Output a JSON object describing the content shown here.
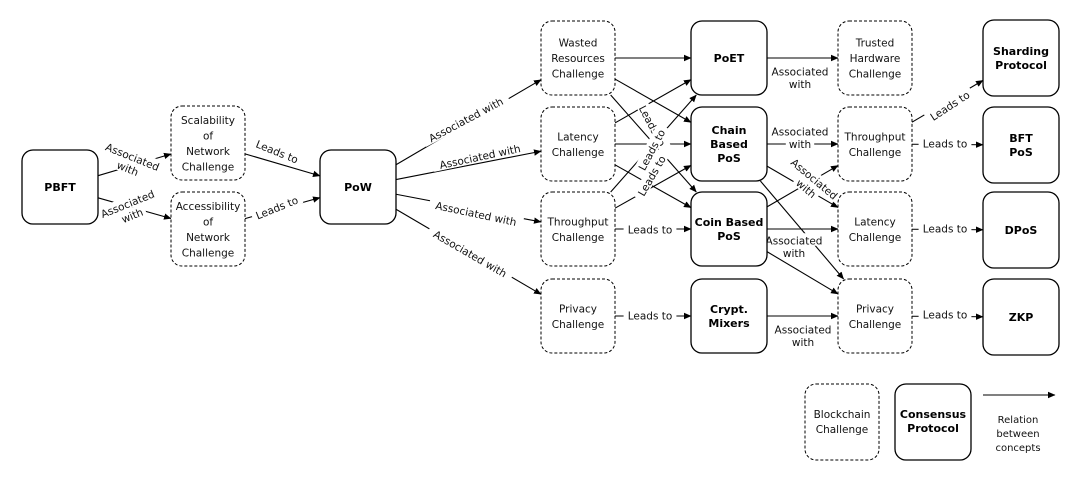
{
  "nodes": {
    "pbft": {
      "type": "protocol",
      "lines": [
        "PBFT"
      ]
    },
    "scal": {
      "type": "challenge",
      "lines": [
        "Scalability",
        "of",
        "Network",
        "Challenge"
      ]
    },
    "acc": {
      "type": "challenge",
      "lines": [
        "Accessibility",
        "of",
        "Network",
        "Challenge"
      ]
    },
    "pow": {
      "type": "protocol",
      "lines": [
        "PoW"
      ]
    },
    "wasted": {
      "type": "challenge",
      "lines": [
        "Wasted",
        "Resources",
        "Challenge"
      ]
    },
    "lat1": {
      "type": "challenge",
      "lines": [
        "Latency",
        "Challenge"
      ]
    },
    "thr1": {
      "type": "challenge",
      "lines": [
        "Throughput",
        "Challenge"
      ]
    },
    "priv1": {
      "type": "challenge",
      "lines": [
        "Privacy",
        "Challenge"
      ]
    },
    "poet": {
      "type": "protocol",
      "lines": [
        "PoET"
      ]
    },
    "chain": {
      "type": "protocol",
      "lines": [
        "Chain",
        "Based",
        "PoS"
      ]
    },
    "coin": {
      "type": "protocol",
      "lines": [
        "Coin Based",
        "PoS"
      ]
    },
    "crypt": {
      "type": "protocol",
      "lines": [
        "Crypt.",
        "Mixers"
      ]
    },
    "trusted": {
      "type": "challenge",
      "lines": [
        "Trusted",
        "Hardware",
        "Challenge"
      ]
    },
    "thr2": {
      "type": "challenge",
      "lines": [
        "Throughput",
        "Challenge"
      ]
    },
    "lat2": {
      "type": "challenge",
      "lines": [
        "Latency",
        "Challenge"
      ]
    },
    "priv2": {
      "type": "challenge",
      "lines": [
        "Privacy",
        "Challenge"
      ]
    },
    "shard": {
      "type": "protocol",
      "lines": [
        "Sharding",
        "Protocol"
      ]
    },
    "bft": {
      "type": "protocol",
      "lines": [
        "BFT",
        "PoS"
      ]
    },
    "dpos": {
      "type": "protocol",
      "lines": [
        "DPoS"
      ]
    },
    "zkp": {
      "type": "protocol",
      "lines": [
        "ZKP"
      ]
    }
  },
  "edges": [
    {
      "from": "pbft",
      "to": "scal",
      "label": [
        "Associated",
        "with"
      ]
    },
    {
      "from": "pbft",
      "to": "acc",
      "label": [
        "Associated",
        "with"
      ]
    },
    {
      "from": "scal",
      "to": "pow",
      "label": [
        "Leads to"
      ]
    },
    {
      "from": "acc",
      "to": "pow",
      "label": [
        "Leads to"
      ]
    },
    {
      "from": "pow",
      "to": "wasted",
      "label": [
        "Associated with"
      ]
    },
    {
      "from": "pow",
      "to": "lat1",
      "label": [
        "Associated with"
      ]
    },
    {
      "from": "pow",
      "to": "thr1",
      "label": [
        "Associated with"
      ]
    },
    {
      "from": "pow",
      "to": "priv1",
      "label": [
        "Associated with"
      ]
    },
    {
      "from": "wasted",
      "to": "poet",
      "label": []
    },
    {
      "from": "wasted",
      "to": "chain",
      "label": [
        "Leads to"
      ]
    },
    {
      "from": "wasted",
      "to": "coin",
      "label": []
    },
    {
      "from": "lat1",
      "to": "poet",
      "label": []
    },
    {
      "from": "lat1",
      "to": "chain",
      "label": [
        "Leads to"
      ]
    },
    {
      "from": "lat1",
      "to": "coin",
      "label": []
    },
    {
      "from": "thr1",
      "to": "poet",
      "label": []
    },
    {
      "from": "thr1",
      "to": "chain",
      "label": [
        "Leads to"
      ]
    },
    {
      "from": "thr1",
      "to": "coin",
      "label": [
        "Leads to"
      ]
    },
    {
      "from": "priv1",
      "to": "crypt",
      "label": [
        "Leads to"
      ]
    },
    {
      "from": "poet",
      "to": "trusted",
      "label": [
        "Associated",
        "with"
      ]
    },
    {
      "from": "chain",
      "to": "thr2",
      "label": [
        "Associated",
        "with"
      ]
    },
    {
      "from": "chain",
      "to": "lat2",
      "label": [
        "Associated",
        "with"
      ]
    },
    {
      "from": "chain",
      "to": "priv2",
      "label": []
    },
    {
      "from": "coin",
      "to": "thr2",
      "label": []
    },
    {
      "from": "coin",
      "to": "lat2",
      "label": [
        "Associated",
        "with"
      ]
    },
    {
      "from": "coin",
      "to": "priv2",
      "label": []
    },
    {
      "from": "crypt",
      "to": "priv2",
      "label": [
        "Associated",
        "with"
      ]
    },
    {
      "from": "thr2",
      "to": "shard",
      "label": [
        "Leads to"
      ]
    },
    {
      "from": "thr2",
      "to": "bft",
      "label": [
        "Leads to"
      ]
    },
    {
      "from": "lat2",
      "to": "dpos",
      "label": [
        "Leads to"
      ]
    },
    {
      "from": "priv2",
      "to": "zkp",
      "label": [
        "Leads to"
      ]
    }
  ],
  "legend": {
    "challenge": [
      "Blockchain",
      "Challenge"
    ],
    "protocol": [
      "Consensus",
      "Protocol"
    ],
    "relation": [
      "Relation",
      "between",
      "concepts"
    ]
  }
}
